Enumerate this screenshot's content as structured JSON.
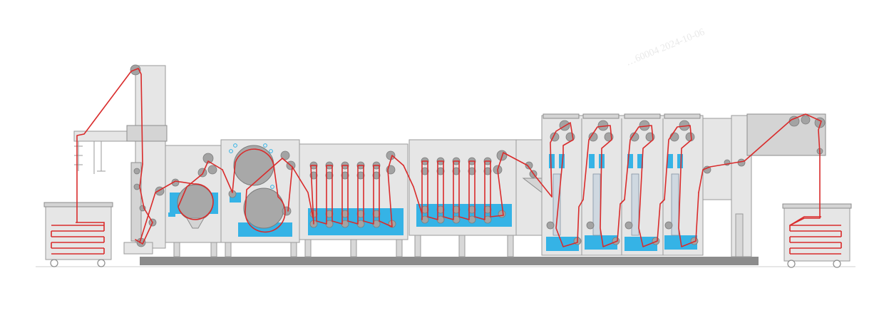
{
  "watermark": {
    "text": "…60004  2024-10-06"
  },
  "colors": {
    "fabric_path": "#d92b2b",
    "liquor_bath": "#35b3e6",
    "machine_frame": "#e6e6e6",
    "roller": "#a3a3a3",
    "base_rail": "#8c8c8c"
  },
  "sections": [
    {
      "id": "entry-batcher"
    },
    {
      "id": "entry-j-scray"
    },
    {
      "id": "padding-mangle"
    },
    {
      "id": "twin-drum-unit"
    },
    {
      "id": "washing-tank-1"
    },
    {
      "id": "washing-tank-2"
    },
    {
      "id": "steamer-compartments"
    },
    {
      "id": "exit-j-scray"
    },
    {
      "id": "exit-batcher"
    }
  ]
}
